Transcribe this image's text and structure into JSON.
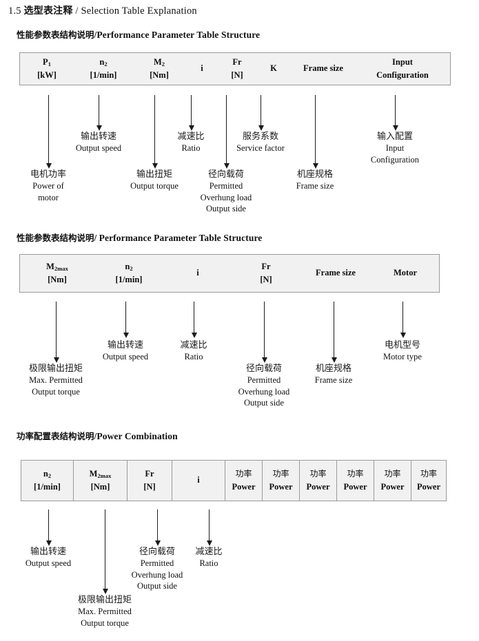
{
  "document": {
    "title_number": "1.5",
    "title_cn": "选型表注释",
    "title_sep": "/",
    "title_en": "Selection Table Explanation"
  },
  "sections": [
    {
      "id": "performance-parameter-1",
      "heading_cn": "性能参数表结构说明",
      "heading_sep": "/",
      "heading_en": "Performance Parameter Table Structure",
      "table": {
        "divided": false,
        "columns": [
          {
            "name": "p1",
            "line1": "P",
            "sub1": "1",
            "line2": "[kW]"
          },
          {
            "name": "n2",
            "line1": "n",
            "sub1": "2",
            "line2": "[1/min]"
          },
          {
            "name": "m2",
            "line1": "M",
            "sub1": "2",
            "line2": "[Nm]"
          },
          {
            "name": "i",
            "line1": "i",
            "sub1": "",
            "line2": ""
          },
          {
            "name": "fr",
            "line1": "Fr",
            "sub1": "",
            "line2": "[N]"
          },
          {
            "name": "k",
            "line1": "K",
            "sub1": "",
            "line2": ""
          },
          {
            "name": "frame-size",
            "line1": "Frame size",
            "sub1": "",
            "line2": ""
          },
          {
            "name": "input-configuration",
            "line1": "Input",
            "sub1": "",
            "line2": "Configuration"
          }
        ]
      },
      "annotations": [
        {
          "name": "power-of-motor",
          "cn": "电机功率",
          "en": [
            "Power of",
            "motor"
          ]
        },
        {
          "name": "output-speed",
          "cn": "输出转速",
          "en": [
            "Output speed"
          ]
        },
        {
          "name": "output-torque",
          "cn": "输出扭矩",
          "en": [
            "Output torque"
          ]
        },
        {
          "name": "ratio",
          "cn": "减速比",
          "en": [
            "Ratio"
          ]
        },
        {
          "name": "permitted-overhung-load",
          "cn": "径向载荷",
          "en": [
            "Permitted",
            "Overhung load",
            "Output side"
          ]
        },
        {
          "name": "service-factor",
          "cn": "服务系数",
          "en": [
            "Service factor"
          ]
        },
        {
          "name": "frame-size",
          "cn": "机座规格",
          "en": [
            "Frame size"
          ]
        },
        {
          "name": "input-configuration",
          "cn": "输入配置",
          "en": [
            "Input",
            "Configuration"
          ]
        }
      ]
    },
    {
      "id": "performance-parameter-2",
      "heading_cn": "性能参数表结构说明",
      "heading_sep": "/",
      "heading_en": "Performance Parameter Table Structure",
      "table": {
        "divided": false,
        "columns": [
          {
            "name": "m2max",
            "line1": "M",
            "sub1": "2max",
            "line2": "[Nm]"
          },
          {
            "name": "n2",
            "line1": "n",
            "sub1": "2",
            "line2": "[1/min]"
          },
          {
            "name": "i",
            "line1": "i",
            "sub1": "",
            "line2": ""
          },
          {
            "name": "fr",
            "line1": "Fr",
            "sub1": "",
            "line2": "[N]"
          },
          {
            "name": "frame-size",
            "line1": "Frame size",
            "sub1": "",
            "line2": ""
          },
          {
            "name": "motor",
            "line1": "Motor",
            "sub1": "",
            "line2": ""
          }
        ]
      },
      "annotations": [
        {
          "name": "max-permitted-output-torque",
          "cn": "极限输出扭矩",
          "en": [
            "Max. Permitted",
            "Output  torque"
          ]
        },
        {
          "name": "output-speed",
          "cn": "输出转速",
          "en": [
            "Output speed"
          ]
        },
        {
          "name": "ratio",
          "cn": "减速比",
          "en": [
            "Ratio"
          ]
        },
        {
          "name": "permitted-overhung-load",
          "cn": "径向载荷",
          "en": [
            "Permitted",
            "Overhung load",
            "Output side"
          ]
        },
        {
          "name": "frame-size",
          "cn": "机座规格",
          "en": [
            "Frame size"
          ]
        },
        {
          "name": "motor-type",
          "cn": "电机型号",
          "en": [
            "Motor type"
          ]
        }
      ]
    },
    {
      "id": "power-combination",
      "heading_cn": "功率配置表结构说明",
      "heading_sep": "/",
      "heading_en": "Power Combination",
      "table": {
        "divided": true,
        "columns": [
          {
            "name": "n2",
            "line1": "n",
            "sub1": "2",
            "line2": "[1/min]"
          },
          {
            "name": "m2max",
            "line1": "M",
            "sub1": "2max",
            "line2": "[Nm]"
          },
          {
            "name": "fr",
            "line1": "Fr",
            "sub1": "",
            "line2": "[N]"
          },
          {
            "name": "i",
            "line1": "i",
            "sub1": "",
            "line2": ""
          },
          {
            "name": "power-1",
            "line1": "功率",
            "sub1": "",
            "line2": "Power",
            "cn_top": true
          },
          {
            "name": "power-2",
            "line1": "功率",
            "sub1": "",
            "line2": "Power",
            "cn_top": true
          },
          {
            "name": "power-3",
            "line1": "功率",
            "sub1": "",
            "line2": "Power",
            "cn_top": true
          },
          {
            "name": "power-4",
            "line1": "功率",
            "sub1": "",
            "line2": "Power",
            "cn_top": true
          },
          {
            "name": "power-5",
            "line1": "功率",
            "sub1": "",
            "line2": "Power",
            "cn_top": true
          },
          {
            "name": "power-6",
            "line1": "功率",
            "sub1": "",
            "line2": "Power",
            "cn_top": true
          }
        ]
      },
      "annotations": [
        {
          "name": "output-speed",
          "cn": "输出转速",
          "en": [
            "Output speed"
          ]
        },
        {
          "name": "max-permitted-output-torque",
          "cn": "极限输出扭矩",
          "en": [
            "Max. Permitted",
            "Output  torque"
          ]
        },
        {
          "name": "permitted-overhung-load",
          "cn": "径向载荷",
          "en": [
            "Permitted",
            "Overhung load",
            "Output side"
          ]
        },
        {
          "name": "ratio",
          "cn": "减速比",
          "en": [
            "Ratio"
          ]
        }
      ]
    }
  ]
}
